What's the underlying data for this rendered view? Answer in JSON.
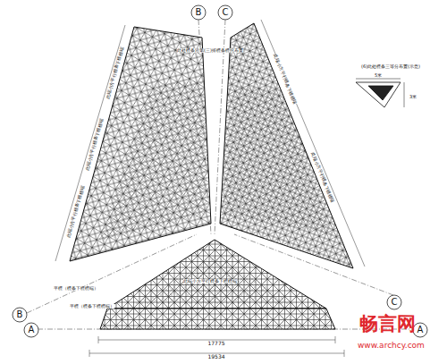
{
  "diagram": {
    "labels": [
      "B",
      "C",
      "B",
      "A",
      "C",
      "A",
      "此处檩条沿第(三)排檩条檩托布置",
      "此端小方平行檩条下檩檩端",
      "此端小方平行檩条下檩檩端",
      "此端小方平行檩条下檩檩端",
      "此端小方平行檩条下檩檩端",
      "此端小方平行檩条下檩檩端",
      "此端小方平行檩条下檩檩端",
      "平檩（檩条下檩檩端）",
      "平檩（檩条下檩檩端）",
      "17775",
      "19534",
      "(6)此处檩条三等分布置(示意)",
      "5米",
      "3米",
      "畅言网",
      "www.archcy.com"
    ]
  }
}
